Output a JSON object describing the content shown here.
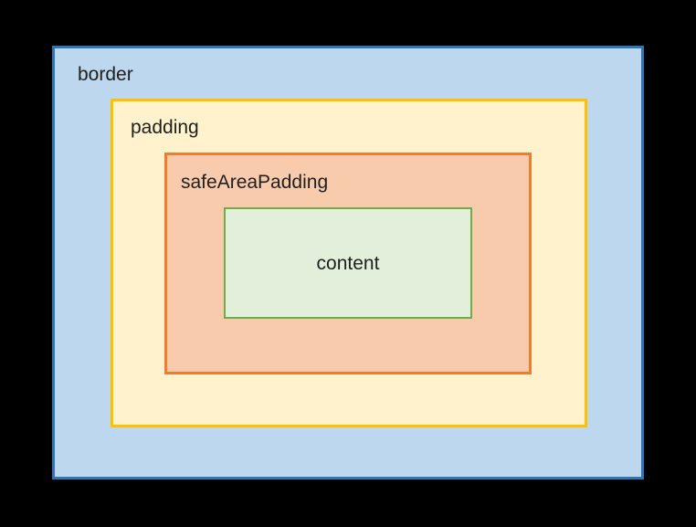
{
  "diagram": {
    "title": "box model diagram",
    "background_color": "#000000",
    "text_color": "#1f1f1f",
    "boxes": [
      {
        "id": "border",
        "label": "border",
        "fill": "#BDD7EE",
        "stroke": "#2E75B6"
      },
      {
        "id": "padding",
        "label": "padding",
        "fill": "#FFF2CC",
        "stroke": "#FFC000"
      },
      {
        "id": "safeAreaPadding",
        "label": "safeAreaPadding",
        "fill": "#F8CBAD",
        "stroke": "#ED7D31"
      },
      {
        "id": "content",
        "label": "content",
        "fill": "#E2EFDA",
        "stroke": "#70AD47"
      }
    ]
  }
}
